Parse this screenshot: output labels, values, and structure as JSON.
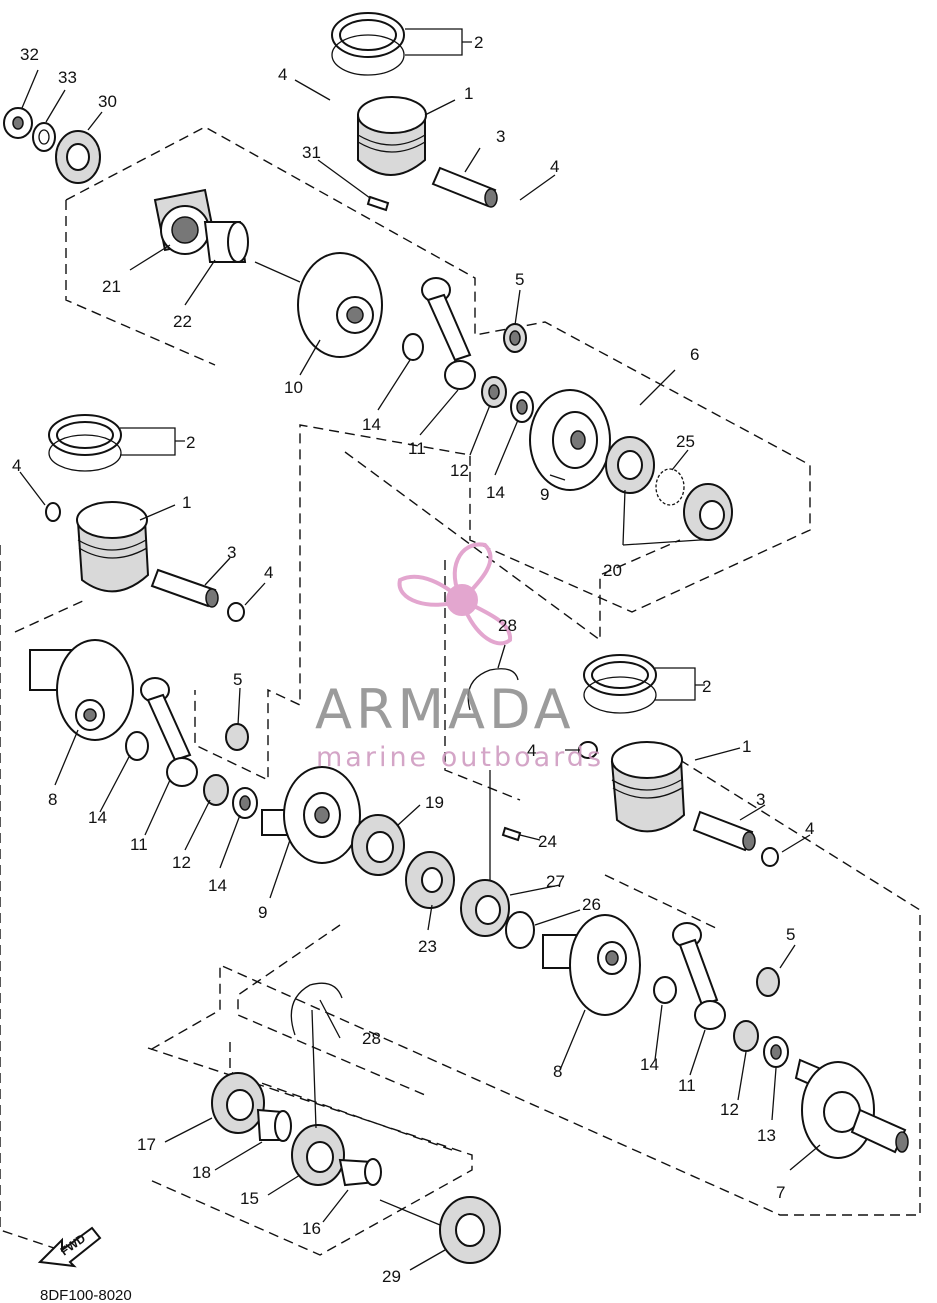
{
  "drawing_code": "8DF100-8020",
  "watermark": {
    "brand": "ARMADA",
    "tagline": "marine outboards",
    "logo_color": "#e3a6cf"
  },
  "fwd_badge": "FWD",
  "part_labels": {
    "l1a": "1",
    "l1b": "1",
    "l1c": "1",
    "l2a": "2",
    "l2b": "2",
    "l2c": "2",
    "l3a": "3",
    "l3b": "3",
    "l3c": "3",
    "l4a": "4",
    "l4b": "4",
    "l4c": "4",
    "l4d": "4",
    "l4e": "4",
    "l4f": "4",
    "l5a": "5",
    "l5b": "5",
    "l5c": "5",
    "l6": "6",
    "l7": "7",
    "l8a": "8",
    "l8b": "8",
    "l9a": "9",
    "l9b": "9",
    "l10": "10",
    "l11a": "11",
    "l11b": "11",
    "l11c": "11",
    "l12a": "12",
    "l12b": "12",
    "l12c": "12",
    "l13": "13",
    "l14a": "14",
    "l14b": "14",
    "l14c": "14",
    "l14d": "14",
    "l14e": "14",
    "l15": "15",
    "l16": "16",
    "l17": "17",
    "l18": "18",
    "l19": "19",
    "l20": "20",
    "l21": "21",
    "l22": "22",
    "l23": "23",
    "l24": "24",
    "l25": "25",
    "l26": "26",
    "l27": "27",
    "l28a": "28",
    "l28b": "28",
    "l29": "29",
    "l30": "30",
    "l31": "31",
    "l32": "32",
    "l33": "33"
  }
}
